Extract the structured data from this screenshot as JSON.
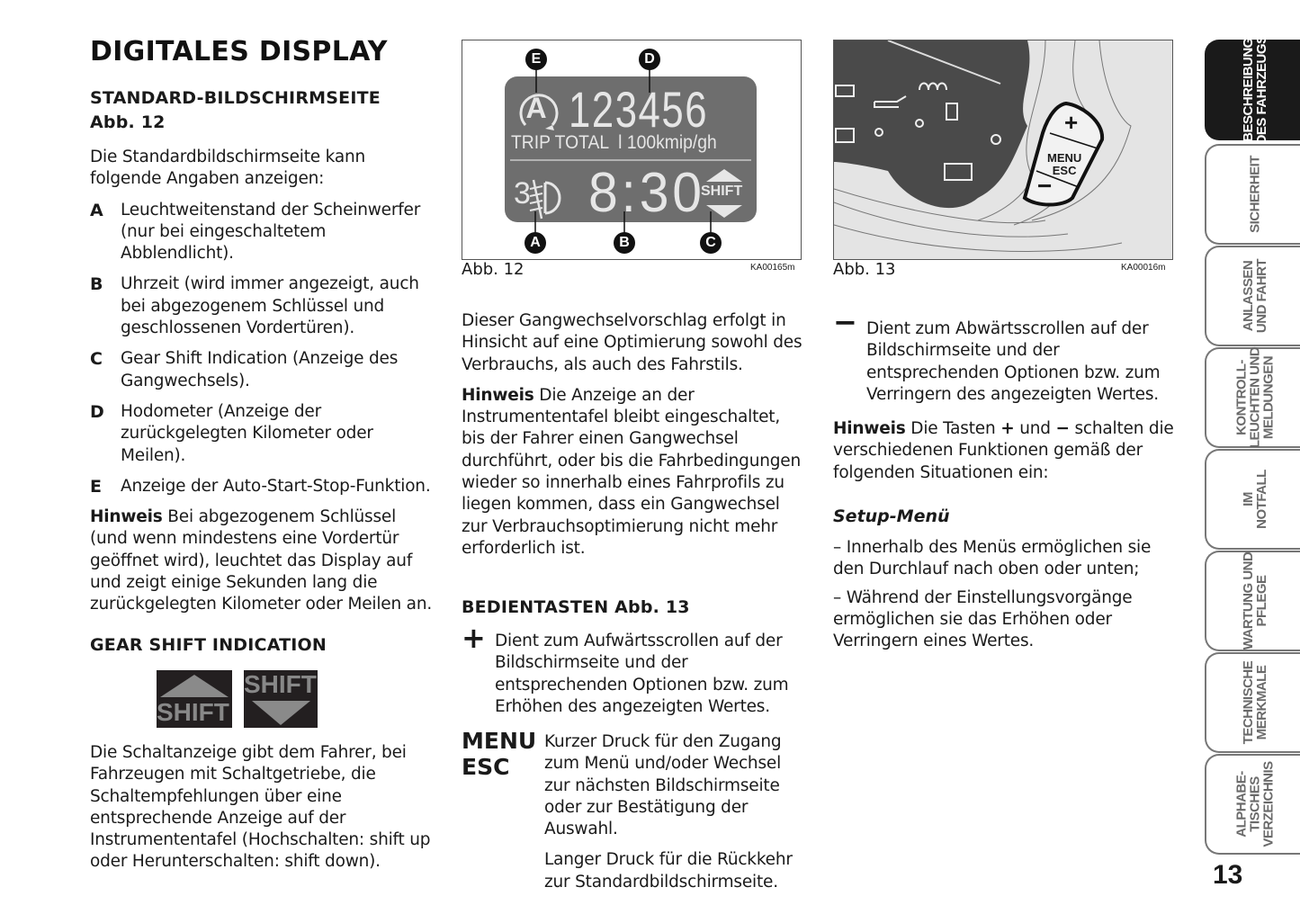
{
  "page": {
    "title": "DIGITALES DISPLAY",
    "page_number": "13"
  },
  "column1": {
    "heading_standard": "STANDARD-BILDSCHIRMSEITE",
    "heading_standard_ref": "Abb. 12",
    "intro": "Die Standardbildschirmseite kann folgende Angaben anzeigen:",
    "items": [
      {
        "label": "A",
        "text": "Leuchtweitenstand der Scheinwerfer (nur bei eingeschaltetem Abblendlicht)."
      },
      {
        "label": "B",
        "text": "Uhrzeit (wird immer angezeigt, auch bei abgezogenem Schlüssel und geschlossenen Vordertüren)."
      },
      {
        "label": "C",
        "text": "Gear Shift Indication (Anzeige des Gangwechsels)."
      },
      {
        "label": "D",
        "text": "Hodometer (Anzeige der zurückgelegten Kilometer oder Meilen)."
      },
      {
        "label": "E",
        "text": "Anzeige der Auto-Start-Stop-Funktion."
      }
    ],
    "note_label": "Hinweis",
    "note_text": "Bei abgezogenem Schlüssel (und wenn mindestens eine Vordertür geöffnet wird), leuchtet das Display auf und zeigt einige Sekunden lang die zurückgelegten Kilometer oder Meilen an.",
    "heading_gsi": "GEAR SHIFT INDICATION",
    "shift_up_label": "SHIFT",
    "shift_down_label": "SHIFT",
    "gsi_text": "Die Schaltanzeige gibt dem Fahrer, bei Fahrzeugen mit Schaltgetriebe, die Schaltempfehlungen über eine entsprechende Anzeige auf der Instrumententafel (Hochschalten: shift up oder Herunterschalten: shift down)."
  },
  "figure12": {
    "caption": "Abb. 12",
    "code": "KA00165m",
    "odometer": "123456",
    "trip_line": "TRIP TOTAL  l 100kmip/gh",
    "clock": "8:30",
    "headlight_level": "3",
    "shift_label": "SHIFT",
    "auto_symbol": "A",
    "callouts": [
      "A",
      "B",
      "C",
      "D",
      "E"
    ]
  },
  "column2": {
    "para1": "Dieser Gangwechselvorschlag erfolgt in Hinsicht auf eine Optimierung sowohl des Verbrauchs, als auch des Fahrstils.",
    "note_label": "Hinweis",
    "note_text": "Die Anzeige an der Instrumententafel bleibt eingeschaltet, bis der Fahrer einen Gangwechsel durchführt, oder bis die Fahrbedingungen wieder so innerhalb eines Fahrprofils zu liegen kommen, dass ein Gangwechsel zur Verbrauchsoptimierung nicht mehr erforderlich ist.",
    "heading_buttons": "BEDIENTASTEN Abb. 13",
    "plus_symbol": "+",
    "plus_text": "Dient zum Aufwärtsscrollen auf der Bildschirmseite und der entsprechenden Optionen bzw. zum Erhöhen des angezeigten Wertes.",
    "menu_label_1": "MENU",
    "menu_label_2": "ESC",
    "menu_text_1": "Kurzer Druck für den Zugang zum Menü und/oder Wechsel zur nächsten Bildschirmseite oder zur Bestätigung der Auswahl.",
    "menu_text_2": "Langer Druck für die Rückkehr zur Standardbildschirmseite."
  },
  "figure13": {
    "caption": "Abb. 13",
    "code": "KA00016m",
    "btn_plus": "+",
    "btn_menu": "MENU",
    "btn_esc": "ESC",
    "btn_minus": "−"
  },
  "column3": {
    "minus_symbol": "−",
    "minus_text": "Dient zum Abwärtsscrollen auf der Bildschirmseite und der entsprechenden Optionen bzw. zum Verringern des angezeigten Wertes.",
    "note_label": "Hinweis",
    "note_text_a": "Die Tasten",
    "note_plus": "+",
    "note_text_b": "und",
    "note_minus": "−",
    "note_text_c": "schalten die verschiedenen Funktionen gemäß der folgenden Situationen ein:",
    "setup_heading": "Setup-Menü",
    "setup_item1": "– Innerhalb des Menüs ermöglichen sie den Durchlauf nach oben oder unten;",
    "setup_item2": "– Während der Einstellungsvorgänge ermöglichen sie das Erhöhen oder Verringern eines Wertes."
  },
  "side_tabs": [
    {
      "line1": "BESCHREIBUNG",
      "line2": "DES FAHRZEUGS",
      "line3": "",
      "active": true
    },
    {
      "line1": "SICHERHEIT",
      "line2": "",
      "line3": "",
      "active": false
    },
    {
      "line1": "ANLASSEN",
      "line2": "UND FAHRT",
      "line3": "",
      "active": false
    },
    {
      "line1": "KONTROLL-",
      "line2": "LEUCHTEN UND",
      "line3": "MELDUNGEN",
      "active": false
    },
    {
      "line1": "IM",
      "line2": "NOTFALL",
      "line3": "",
      "active": false
    },
    {
      "line1": "WARTUNG UND",
      "line2": "PFLEGE",
      "line3": "",
      "active": false
    },
    {
      "line1": "TECHNISCHE",
      "line2": "MERKMALE",
      "line3": "",
      "active": false
    },
    {
      "line1": "ALPHABE-",
      "line2": "TISCHES",
      "line3": "VERZEICHNIS",
      "active": false
    }
  ],
  "colors": {
    "text": "#1a1a1a",
    "lcd_bg": "#6e6e6e",
    "lcd_fg": "#e6e6e6",
    "dash_bg": "#4a4a4a",
    "tab_active": "#1a1a1a"
  }
}
